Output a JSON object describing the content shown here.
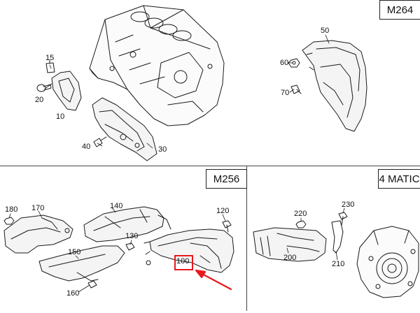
{
  "panels": {
    "top": {
      "variant": "M264",
      "callouts": {
        "c15": "15",
        "c20": "20",
        "c10": "10",
        "c40": "40",
        "c30": "30",
        "c50": "50",
        "c60": "60",
        "c70": "70"
      }
    },
    "left": {
      "variant": "M256",
      "callouts": {
        "c180": "180",
        "c170": "170",
        "c140": "140",
        "c120": "120",
        "c130": "130",
        "c150": "150",
        "c160": "160",
        "c100": "100"
      }
    },
    "right": {
      "variant": "4 MATIC",
      "callouts": {
        "c220": "220",
        "c230": "230",
        "c200": "200",
        "c210": "210"
      }
    }
  },
  "highlight": {
    "callout": "100",
    "color": "#e8191c"
  },
  "colors": {
    "line": "#1a1a1a",
    "part_fill": "#f2f2f2",
    "accent": "#e8191c"
  }
}
